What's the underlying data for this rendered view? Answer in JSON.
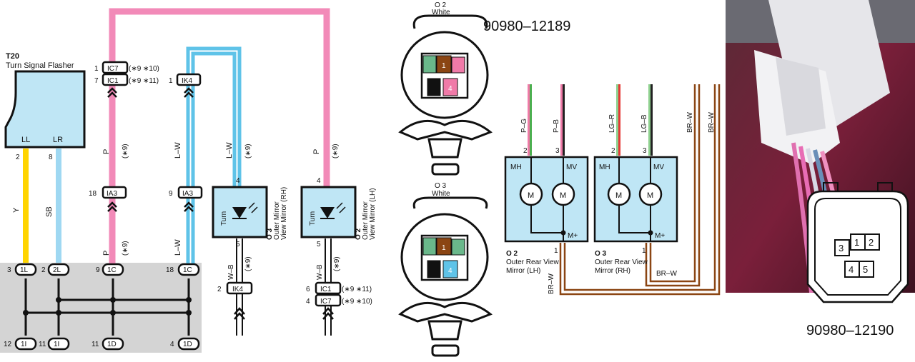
{
  "left_diagram": {
    "flasher": {
      "code": "T20",
      "name": "Turn Signal Flasher",
      "pin_ll": "LL",
      "pin_lr": "LR",
      "num_ll": "2",
      "num_lr": "8"
    },
    "wires": {
      "y": "Y",
      "sb": "SB",
      "p": "P",
      "lw": "L–W",
      "wb": "W–B",
      "note9": "(∗9)"
    },
    "connectors": {
      "ic7": "IC7",
      "ic1": "IC1",
      "ik4": "IK4",
      "ia3": "IA3",
      "ic7_note": "(∗9 ∗10)",
      "ic1_note": "(∗9 ∗11)",
      "n1a": "1",
      "n7": "7",
      "n1b": "1",
      "n18": "18",
      "n9": "9",
      "n2": "2",
      "n6": "6",
      "n4": "4",
      "j1l": "1L",
      "j2l": "2L",
      "j1c": "1C",
      "j18c": "1C",
      "j3": "3",
      "j2": "2",
      "j9": "9",
      "j18": "18",
      "b1i": "1I",
      "b11i": "1I",
      "b1d": "1D",
      "b4d": "1D",
      "b12": "12",
      "b11a": "11",
      "b11b": "11",
      "b4": "4"
    },
    "mirrors": {
      "rh": {
        "code": "O 3",
        "name1": "Outer Mirror",
        "name2": "View Mirror (RH)",
        "turn": "Turn",
        "pin4": "4",
        "pin5": "5"
      },
      "lh": {
        "code": "O 2",
        "name1": "Outer Mirror",
        "name2": "View Mirror (LH)",
        "turn": "Turn",
        "pin4": "4",
        "pin5": "5"
      }
    }
  },
  "connector_views": {
    "o2": {
      "code": "O 2",
      "color": "White",
      "pin1": "1",
      "pin4": "4"
    },
    "o3": {
      "code": "O 3",
      "color": "White",
      "pin1": "1",
      "pin4": "4"
    },
    "part_top": "90980–12189"
  },
  "motor_diagram": {
    "wires": {
      "pg": "P–G",
      "pb": "P–B",
      "lgr": "LG–R",
      "lgb": "LG–B",
      "brw": "BR–W"
    },
    "o2": {
      "code": "O 2",
      "name1": "Outer Rear View",
      "name2": "Mirror (LH)",
      "mh": "MH",
      "mv": "MV",
      "m": "M",
      "mplus": "M+",
      "pin2": "2",
      "pin3": "3",
      "pin1": "1"
    },
    "o3": {
      "code": "O 3",
      "name1": "Outer Rear View",
      "name2": "Mirror (RH)",
      "mh": "MH",
      "mv": "MV",
      "m": "M",
      "mplus": "M+",
      "pin2": "2",
      "pin3": "3",
      "pin1": "1"
    }
  },
  "pin_diagram": {
    "pins": [
      "3",
      "1",
      "2",
      "4",
      "5"
    ],
    "part": "90980–12190"
  },
  "colors": {
    "pink": "#f28ab8",
    "blue": "#5fc3e8",
    "yellow": "#ffd400",
    "lightblue": "#9fd8f2",
    "brown": "#8b4513",
    "grey": "#d4d4d4",
    "component": "#bfe6f5"
  }
}
